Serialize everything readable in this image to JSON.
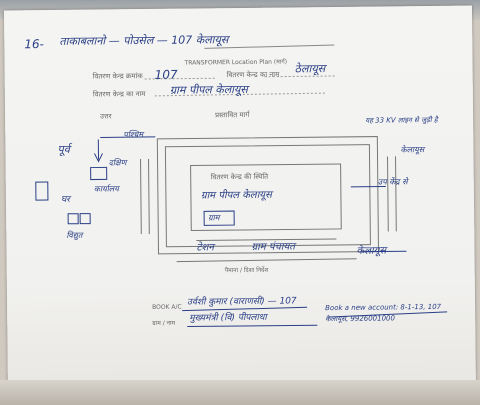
{
  "header": {
    "serial_number": "16-",
    "line": "ताकाबलानो — पोउसेल — 107 केलायूस"
  },
  "form": {
    "form_title": "TRANSFORMER Location Plan (मार्ग)",
    "row1_label": "वितरण केन्द्र क्रमांक",
    "row1_value": "107",
    "row1_right_label": "वितरण केन्द्र का नाम",
    "row1_right_value": "ठेलायूस",
    "row2_label": "वितरण केन्द्र का नाम",
    "row2_value": "ग्राम पीपल केलायूस",
    "row3_left": "उत्तर",
    "row3_right": "प्रस्तावित मार्ग",
    "center_box_title": "वितरण केन्द्र की स्थिति",
    "center_box_line": "ग्राम पीपल केलायूस",
    "center_box_mark": "ग्राम",
    "bottom_left_label": "टेशन",
    "bottom_mid_label": "ग्राम पंचायत",
    "bottom_right_label": "केलायूस",
    "scale_note": "पैमाना / दिशा निर्देश",
    "footer_label1": "BOOK A/C",
    "footer_value1": "उर्वशी  कुमार (वाराणसी) — 107",
    "footer_label2": "ग्राम / नाम",
    "footer_value2": "मुख्यमंत्री (वि) पीपलाधा",
    "footer_right": "Book a new account: 8-1-13, 107 केलायूस, 9926001000"
  },
  "annotations": {
    "left_top": "पूर्व",
    "arrow_label": "पश्चिम",
    "south_label": "दक्षिण",
    "left_house": "घर",
    "left_box_label": "कार्यालय",
    "left_bottom": "विद्युत",
    "right_top": "यह 33 KV लाइन से जुड़ी है",
    "right_mid": "उप केंद्र से",
    "right_bottom": "केलायूस"
  }
}
